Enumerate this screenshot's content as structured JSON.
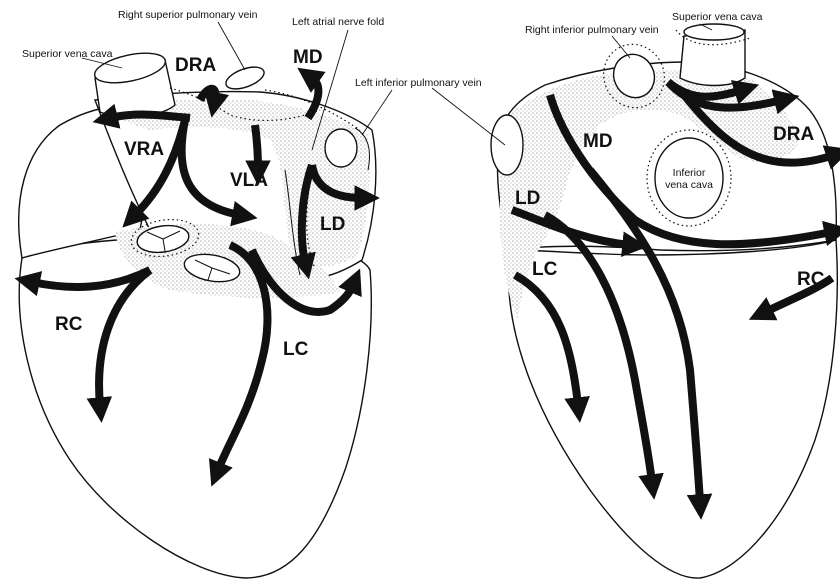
{
  "left_view": {
    "annotations": {
      "superior_vena_cava": "Superior vena cava",
      "right_superior_pulmonary_vein": "Right superior pulmonary vein",
      "left_atrial_nerve_fold": "Left atrial nerve fold",
      "left_inferior_pulmonary_vein": "Left inferior pulmonary vein"
    },
    "nerves": {
      "dra": "DRA",
      "md": "MD",
      "vra": "VRA",
      "vla": "VLA",
      "ld": "LD",
      "rc": "RC",
      "lc": "LC"
    }
  },
  "right_view": {
    "annotations": {
      "right_inferior_pulmonary_vein": "Right inferior pulmonary vein",
      "superior_vena_cava": "Superior vena cava",
      "inferior_vena_cava_line1": "Inferior",
      "inferior_vena_cava_line2": "vena cava"
    },
    "nerves": {
      "md": "MD",
      "dra": "DRA",
      "ld": "LD",
      "lc": "LC",
      "rc": "RC"
    }
  }
}
